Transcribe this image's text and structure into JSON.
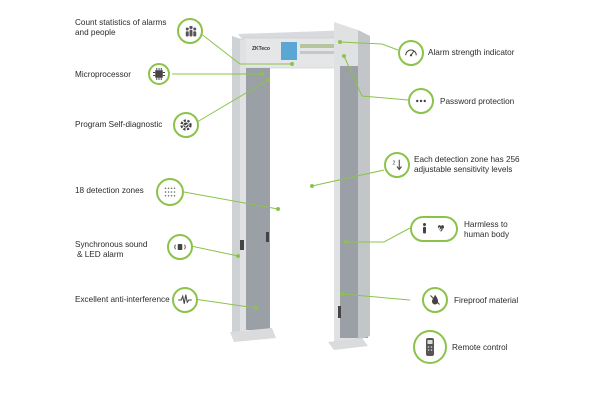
{
  "brand": "ZKTeco",
  "colors": {
    "accent": "#8bc34a",
    "panel": "#9aa0a6",
    "frame": "#c9ccd0",
    "text": "#2b2b2b"
  },
  "features_left": [
    {
      "lines": [
        "Count statistics of alarms",
        "and people"
      ],
      "icon": "people-count-icon"
    },
    {
      "lines": [
        "Microprocessor"
      ],
      "icon": "chip-icon"
    },
    {
      "lines": [
        "Program Self-diagnostic"
      ],
      "icon": "gear-check-icon"
    },
    {
      "lines": [
        "18 detection zones"
      ],
      "icon": "grid-dots-icon"
    },
    {
      "lines": [
        "Synchronous sound",
        "& LED alarm"
      ],
      "icon": "speaker-icon"
    },
    {
      "lines": [
        "Excellent anti-interference"
      ],
      "icon": "waveform-icon"
    }
  ],
  "features_right": [
    {
      "lines": [
        "Alarm strength indicator"
      ],
      "icon": "strength-meter-icon"
    },
    {
      "lines": [
        "Password protection"
      ],
      "icon": "password-dots-icon"
    },
    {
      "lines": [
        "Each detection zone has 256",
        "adjustable sensitivity levels"
      ],
      "icon": "sensitivity-arrows-icon"
    },
    {
      "lines": [
        "Harmless to",
        "human body"
      ],
      "icon": "human-heart-icon"
    },
    {
      "lines": [
        "Fireproof material"
      ],
      "icon": "no-fire-icon"
    },
    {
      "lines": [
        "Remote control"
      ],
      "icon": "remote-icon"
    }
  ]
}
